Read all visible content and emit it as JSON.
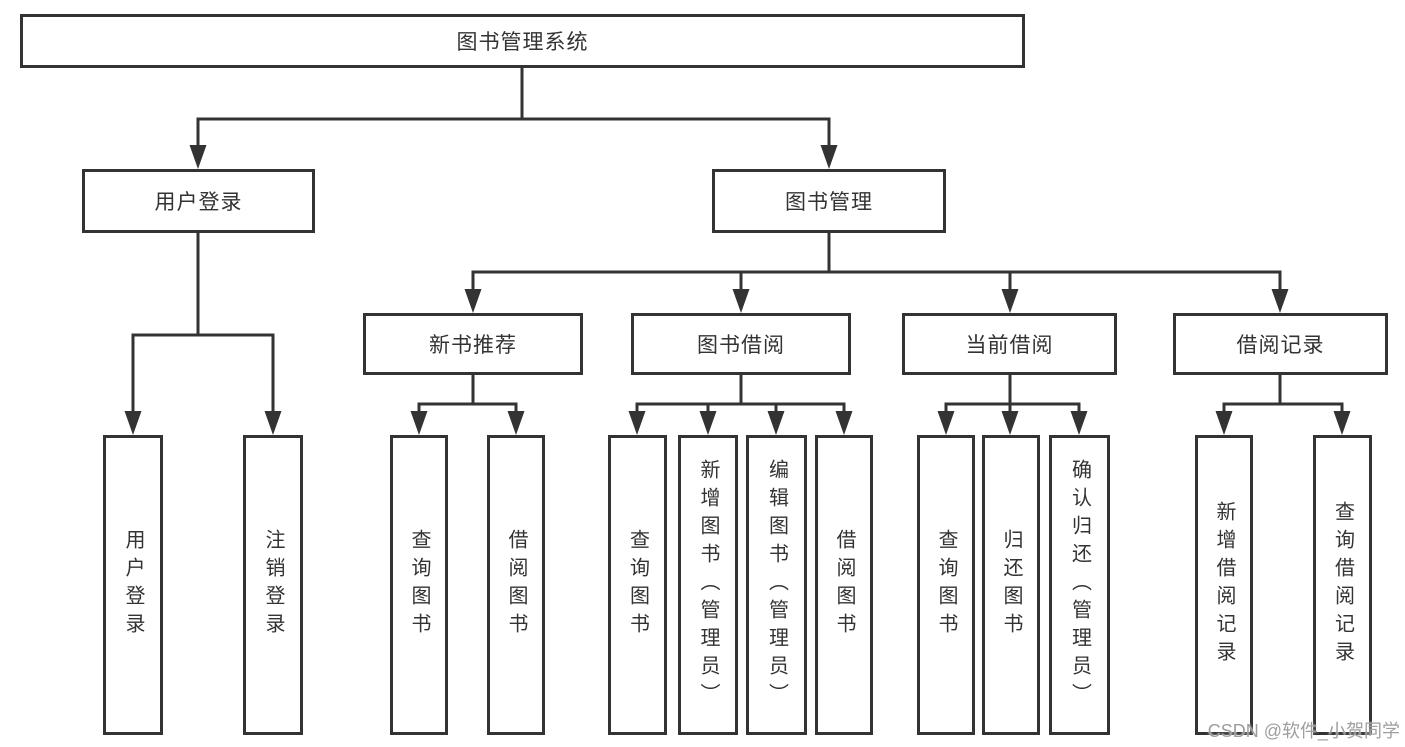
{
  "diagram": {
    "root": {
      "label": "图书管理系统"
    },
    "branches": [
      {
        "label": "用户登录",
        "children": [
          {
            "label": "用户登录"
          },
          {
            "label": "注销登录"
          }
        ]
      },
      {
        "label": "图书管理",
        "children": [
          {
            "label": "新书推荐",
            "children": [
              {
                "label": "查询图书"
              },
              {
                "label": "借阅图书"
              }
            ]
          },
          {
            "label": "图书借阅",
            "children": [
              {
                "label": "查询图书"
              },
              {
                "label": "新增图书（管理员）"
              },
              {
                "label": "编辑图书（管理员）"
              },
              {
                "label": "借阅图书"
              }
            ]
          },
          {
            "label": "当前借阅",
            "children": [
              {
                "label": "查询图书"
              },
              {
                "label": "归还图书"
              },
              {
                "label": "确认归还（管理员）"
              }
            ]
          },
          {
            "label": "借阅记录",
            "children": [
              {
                "label": "新增借阅记录"
              },
              {
                "label": "查询借阅记录"
              }
            ]
          }
        ]
      }
    ]
  },
  "watermark": {
    "text": "CSDN @软件_小贺同学"
  },
  "colors": {
    "line": "#333333",
    "border": "#333333",
    "text": "#333333",
    "background": "#ffffff",
    "watermark": "#9e9e9e"
  }
}
